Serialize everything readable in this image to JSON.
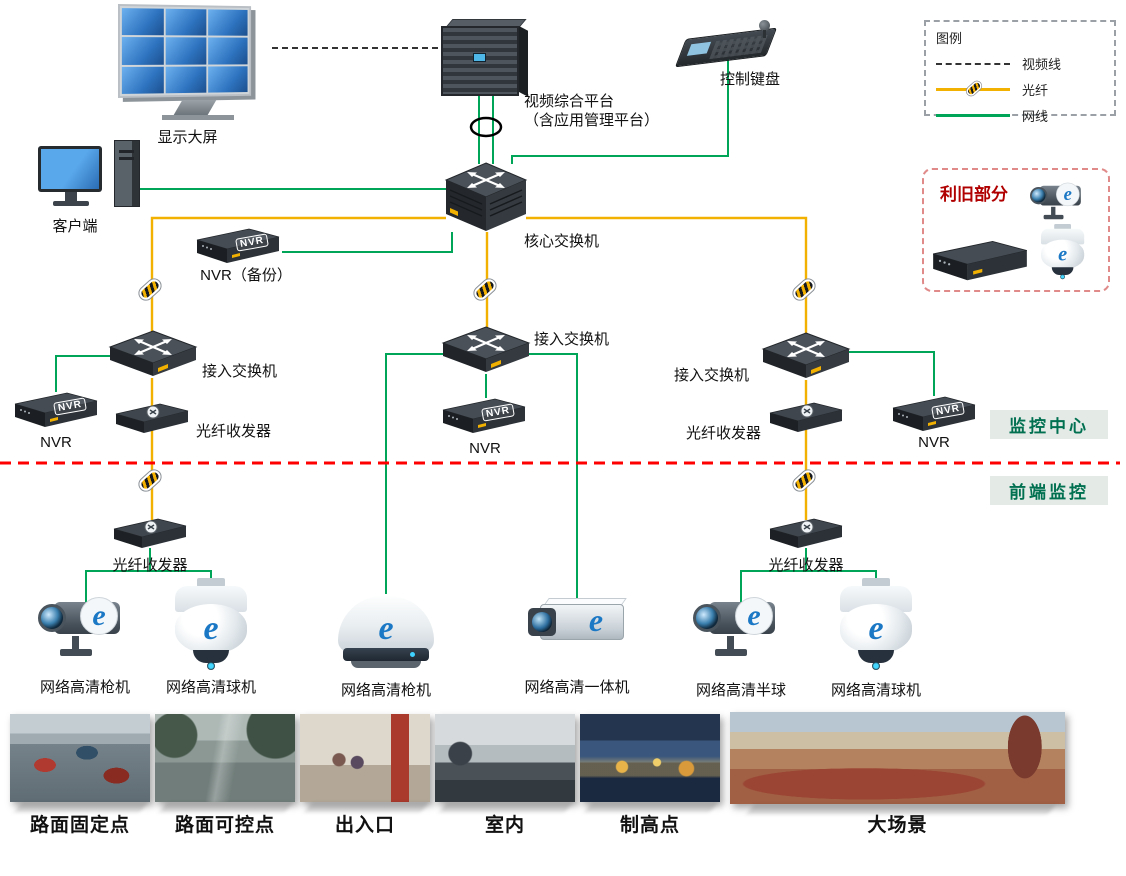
{
  "logo_text": "e",
  "legend": {
    "title": "图例",
    "items": [
      {
        "label": "视频线"
      },
      {
        "label": "光纤"
      },
      {
        "label": "网线"
      }
    ]
  },
  "colors": {
    "video_line": "#333333",
    "fiber_line": "#F2B100",
    "network_line": "#00A558",
    "divider_line": "#FF0000",
    "zone_label_text": "#007050",
    "reuse_title_text": "#B00000"
  },
  "nodes": {
    "display_wall": {
      "label": "显示大屏"
    },
    "platform": {
      "label1": "视频综合平台",
      "label2": "（含应用管理平台）"
    },
    "keyboard": {
      "label": "控制键盘"
    },
    "client": {
      "label": "客户端"
    },
    "core_switch": {
      "label": "核心交换机"
    },
    "nvr_backup": {
      "label": "NVR（备份）",
      "device_text": "NVR"
    },
    "access_left": {
      "label": "接入交换机"
    },
    "access_center": {
      "label": "接入交换机"
    },
    "access_right": {
      "label": "接入交换机"
    },
    "nvr_left": {
      "label": "NVR",
      "device_text": "NVR"
    },
    "nvr_center": {
      "label": "NVR",
      "device_text": "NVR"
    },
    "nvr_right": {
      "label": "NVR",
      "device_text": "NVR"
    },
    "trans_mc_left": {
      "label": "光纤收发器"
    },
    "trans_mc_right": {
      "label": "光纤收发器"
    },
    "trans_fe_left": {
      "label": "光纤收发器"
    },
    "trans_fe_right": {
      "label": "光纤收发器"
    }
  },
  "reuse_box": {
    "title": "利旧部分"
  },
  "zones": {
    "monitoring_center": "监控中心",
    "front_end": "前端监控"
  },
  "cameras": [
    {
      "label": "网络高清枪机",
      "type": "bullet"
    },
    {
      "label": "网络高清球机",
      "type": "ball"
    },
    {
      "label": "网络高清枪机",
      "type": "dome"
    },
    {
      "label": "网络高清一体机",
      "type": "box"
    },
    {
      "label": "网络高清半球",
      "type": "bullet"
    },
    {
      "label": "网络高清球机",
      "type": "ball"
    }
  ],
  "scenes": [
    {
      "label": "路面固定点"
    },
    {
      "label": "路面可控点"
    },
    {
      "label": "出入口"
    },
    {
      "label": "室内"
    },
    {
      "label": "制高点"
    },
    {
      "label": "大场景"
    }
  ]
}
